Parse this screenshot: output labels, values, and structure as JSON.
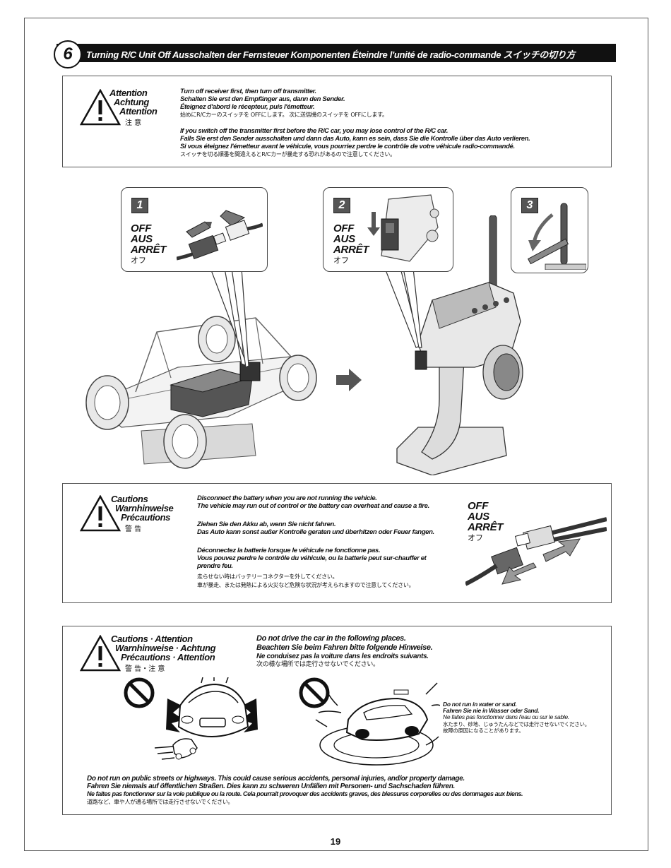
{
  "header": {
    "step_number": "6",
    "title": "Turning R/C Unit Off   Ausschalten der Fernsteuer Komponenten   Éteindre l'unité de radio-commande   スイッチの切り方"
  },
  "attention_box": {
    "labels": [
      "Attention",
      "Achtung",
      "Attention",
      "注 意"
    ],
    "lines1": [
      "Turn off receiver first, then turn off transmitter.",
      "Schalten Sie erst den Empfänger aus, dann den Sender.",
      "Éteignez d'abord le récepteur, puis l'émetteur."
    ],
    "line1_jp": "始めにR/Cカーのスイッチを OFFにします。 次に送信機のスイッチを OFFにします。",
    "lines2": [
      "If you switch off the transmitter first before the R/C car, you may lose control of the R/C car.",
      "Falls Sie erst den Sender ausschalten und dann das Auto, kann es sein, dass Sie die Kontrolle über das Auto verlieren.",
      "Si vous éteignez l'émetteur avant le véhicule, vous pourriez perdre le contrôle de votre véhicule radio-commandé."
    ],
    "line2_jp": "スイッチを切る順番を間違えるとR/Cカーが暴走する恐れがあるので注意してください。"
  },
  "steps": {
    "step1": {
      "number": "1",
      "off": "OFF",
      "aus": "AUS",
      "arret": "ARRÊT",
      "jp": "オフ"
    },
    "step2": {
      "number": "2",
      "off": "OFF",
      "aus": "AUS",
      "arret": "ARRÊT",
      "jp": "オフ"
    },
    "step3": {
      "number": "3"
    }
  },
  "cautions_box": {
    "labels": [
      "Cautions",
      "Warnhinweise",
      "Précautions",
      "警 告"
    ],
    "para_en": [
      "Disconnect the battery when you are not running the vehicle.",
      "The vehicle may run out of control or the battery can overheat and cause a fire."
    ],
    "para_de": [
      "Ziehen Sie den Akku ab, wenn Sie nicht fahren.",
      "Das Auto kann sonst außer Kontrolle geraten und überhitzen oder Feuer fangen."
    ],
    "para_fr": [
      "Déconnectez la batterie lorsque le véhicule ne fonctionne pas.",
      "Vous pouvez perdre le contrôle du véhicule, ou la batterie peut sur-chauffer et prendre feu."
    ],
    "para_jp": [
      "走らせない時はバッテリーコネクターを外してください。",
      "車が暴走、または発熱による火災など危険な状況が考えられますので注意してください。"
    ],
    "off": "OFF",
    "aus": "AUS",
    "arret": "ARRÊT",
    "jp": "オフ"
  },
  "bottom_box": {
    "labels": [
      "Cautions · Attention",
      "Warnhinweise · Achtung",
      "Précautions · Attention",
      "警 告・注 意"
    ],
    "heading": [
      "Do not drive the car in the following places.",
      "Beachten Sie beim Fahren bitte folgende Hinweise.",
      "Ne conduisez pas la voiture dans les endroits suivants.",
      "次の様な場所では走行させないでください。"
    ],
    "water_note": [
      "Do not run in water or sand.",
      "Fahren Sie nie in Wasser oder Sand.",
      "Ne faites pas fonctionner dans l'eau ou sur le sable.",
      "水たまり、砂地、じゅうたんなどでは走行させないでください。",
      "故障の原因になることがあります。"
    ],
    "street_note": [
      "Do not run on public streets or highways. This could cause serious accidents, personal injuries, and/or property damage.",
      "Fahren Sie niemals auf öffentlichen Straßen. Dies kann zu schweren Unfällen mit Personen- und Sachschaden führen.",
      "Ne faites pas fonctionner sur la voie publique ou la route. Cela pourrait provoquer des accidents graves, des blessures corporelles ou des dommages aux biens.",
      "道路など、車や人が通る場所では走行させないでください。"
    ]
  },
  "page_number": "19"
}
